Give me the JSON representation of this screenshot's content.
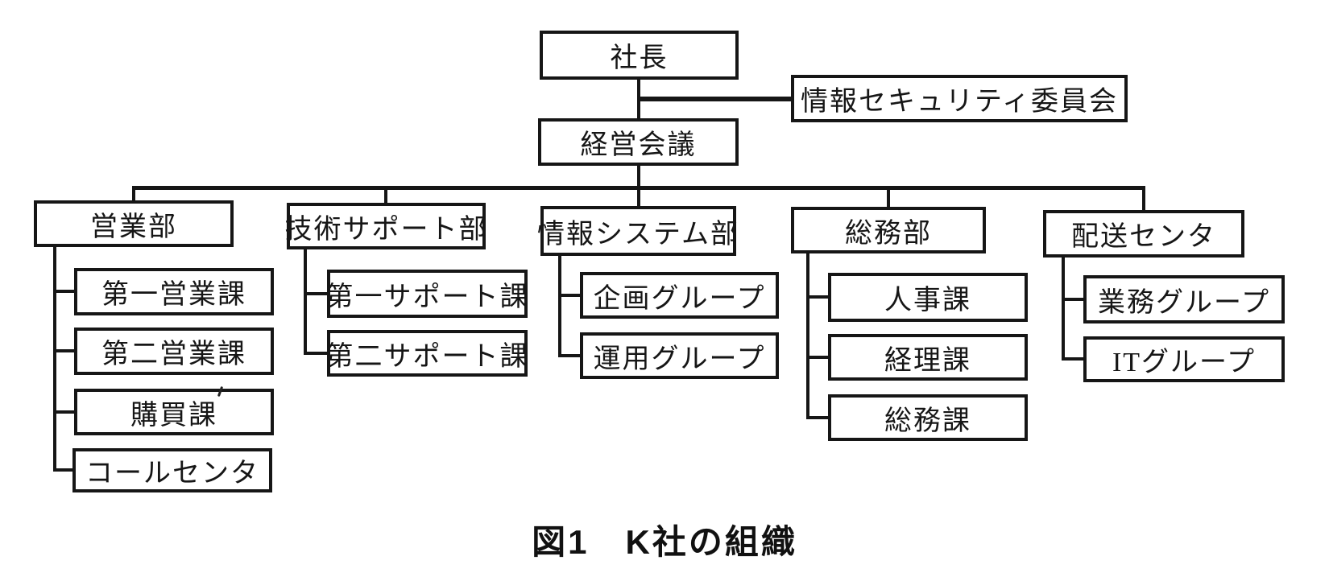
{
  "page": {
    "background_color": "#ffffff",
    "ink_color": "#161616"
  },
  "caption": {
    "text": "図1　K社の組織"
  },
  "org": {
    "president": {
      "label": "社長"
    },
    "committee": {
      "label": "情報セキュリティ委員会"
    },
    "board": {
      "label": "経営会議"
    },
    "departments": [
      {
        "label": "営業部",
        "children": [
          "第一営業課",
          "第二営業課",
          "購買課",
          "コールセンタ"
        ]
      },
      {
        "label": "技術サポート部",
        "children": [
          "第一サポート課",
          "第二サポート課"
        ]
      },
      {
        "label": "情報システム部",
        "children": [
          "企画グループ",
          "運用グループ"
        ]
      },
      {
        "label": "総務部",
        "children": [
          "人事課",
          "経理課",
          "総務課"
        ]
      },
      {
        "label": "配送センタ",
        "children": [
          "業務グループ",
          "ITグループ"
        ]
      }
    ]
  }
}
